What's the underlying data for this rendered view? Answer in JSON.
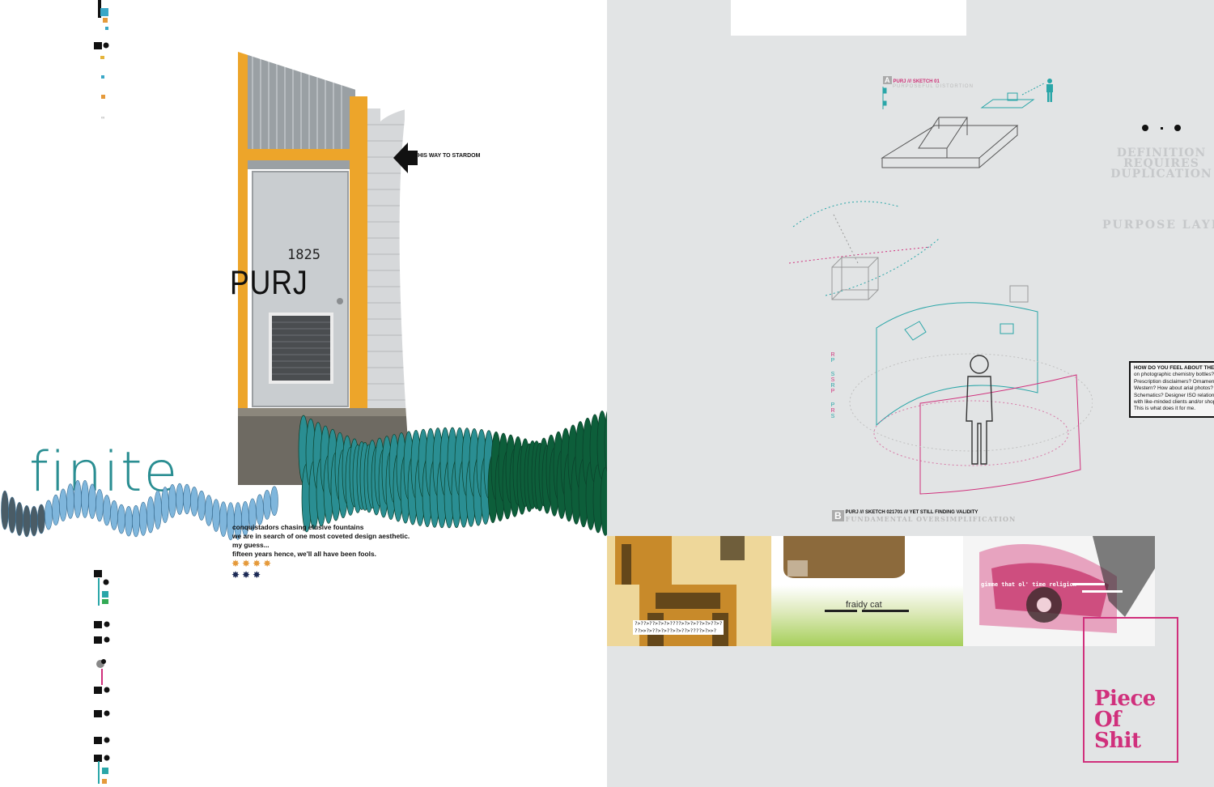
{
  "photo": {
    "door_number": "1825",
    "mark": "PURJ",
    "arrow_text": "THIS WAY TO STARDOM"
  },
  "finite_word": "finite",
  "quote": {
    "lines": [
      "conquistadors chasing elusive fountains",
      "we are in search of one most coveted design aesthetic.",
      "my guess...",
      "fifteen years hence, we'll all have been fools."
    ],
    "stars_orange": "✸✸✸✸",
    "stars_navy": "✸✸✸"
  },
  "label_a": {
    "letter": "A",
    "caption": "PURJ /// SKETCH 01",
    "sub": "PURPOSEFUL DISTORTION"
  },
  "slogan": [
    "DEFINITION",
    "REQUIRES",
    "DUPLICATION"
  ],
  "purpose_layer": "PURPOSE  LAYER",
  "vertical_text": [
    "R",
    "P",
    "S",
    "S",
    "R",
    "P",
    "P",
    "R",
    "S"
  ],
  "question_box": {
    "title": "HOW DO YOU FEEL ABOUT THE TY",
    "lines": [
      "on photographic chemistry bottles?",
      "Prescription disclaimers? Ornament",
      "Western? How about arial photos?",
      "Schematics? Designer ISO relations",
      "with like-minded clients and/or shop",
      "This is what does it for me."
    ]
  },
  "label_b": {
    "letter": "B",
    "caption": "PURJ /// SKETCH 021701 /// YET STILL FINDING VALIDITY",
    "sub": "FUNDAMENTAL OVERSIMPLIFICATION"
  },
  "thumbs": {
    "t1_lines": [
      "?>??>??>?>?>????>?>?>??>?>??>?",
      "??>>?>??>?>??>?>??>????>?>>?"
    ],
    "t2_caption": "fraidy cat",
    "t3_caption": "gimme that ol' time religion"
  },
  "logo": [
    "Piece",
    "Of",
    "Shit"
  ],
  "colors": {
    "teal": "#2a8e92",
    "dark_green": "#0d5e3a",
    "light_blue": "#7fb6dc",
    "magenta": "#d0307c",
    "orange": "#e59a3b",
    "navy": "#1c2a55",
    "grey_page": "#e2e4e5"
  }
}
